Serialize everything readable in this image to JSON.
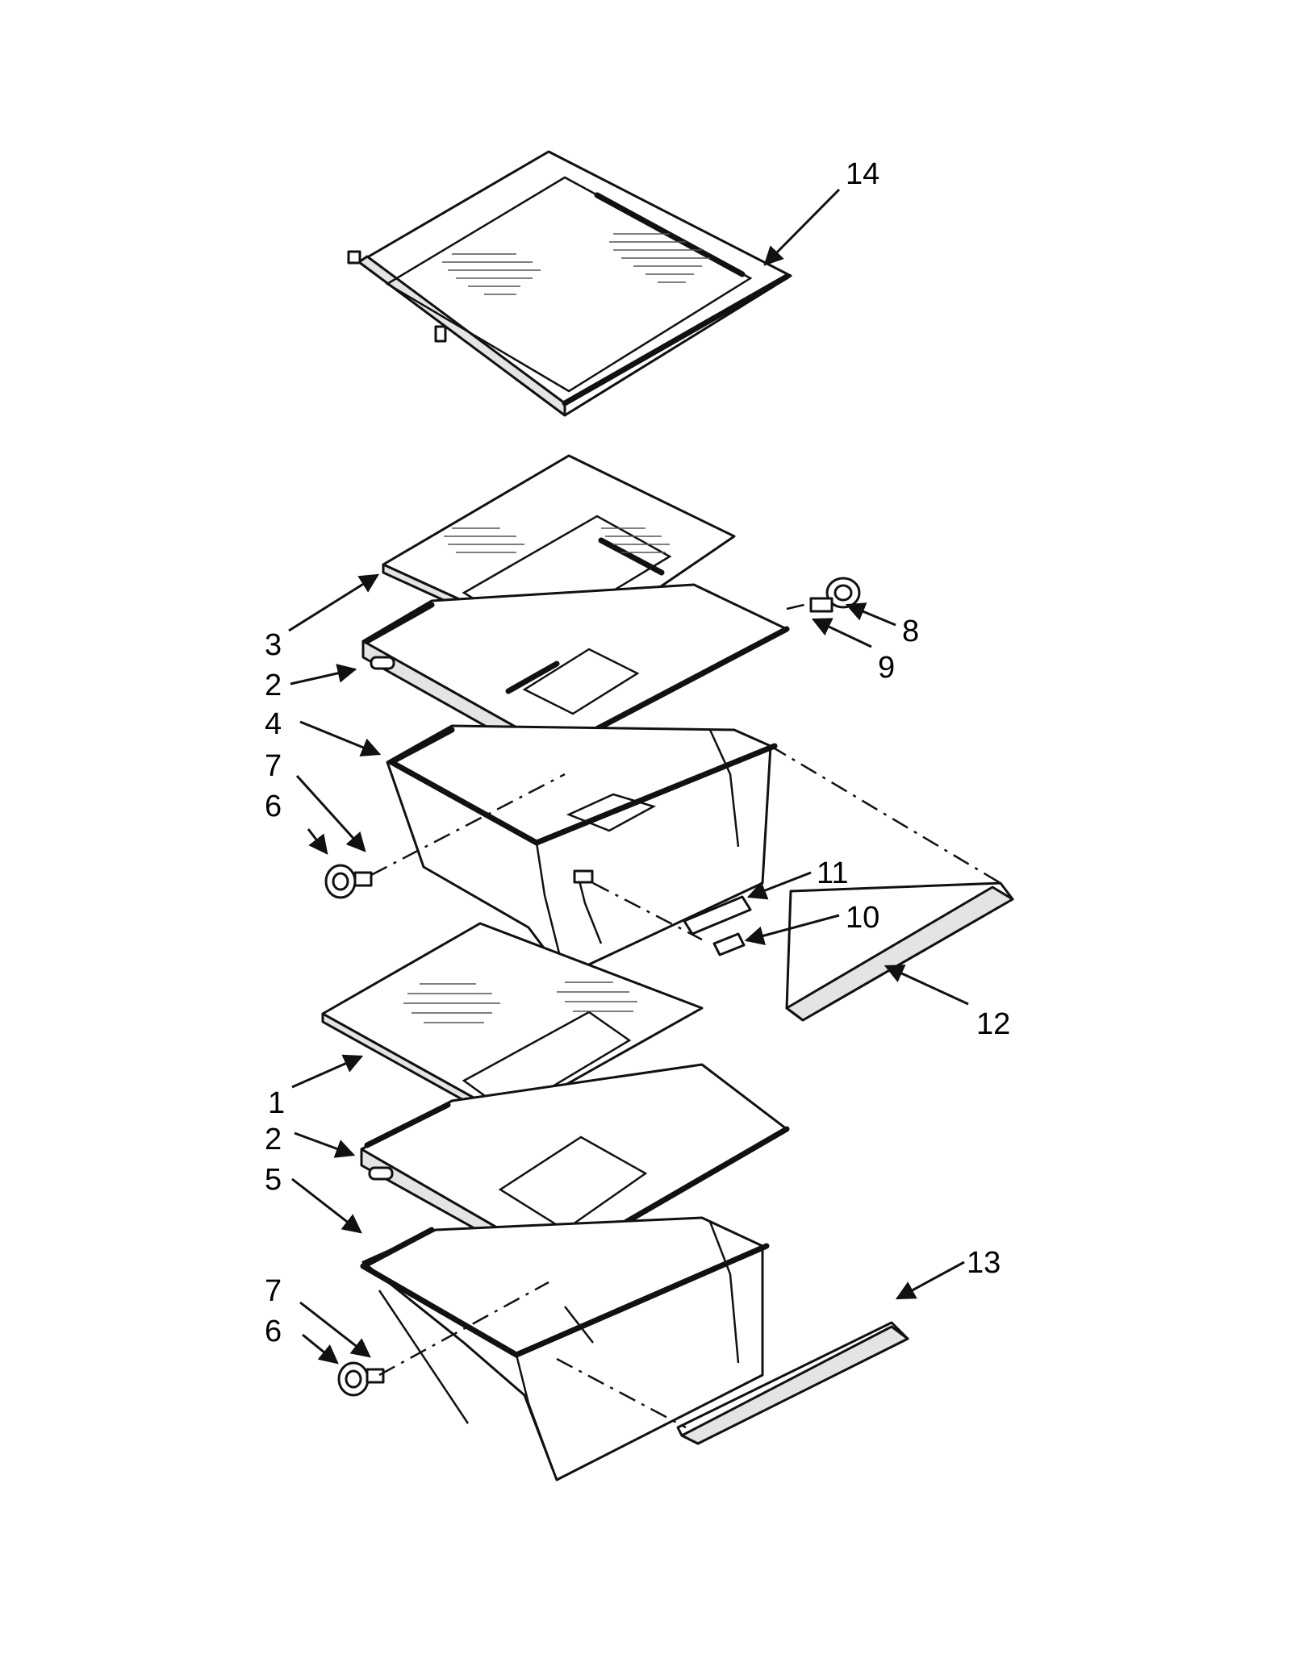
{
  "callouts": {
    "c14": "14",
    "c3": "3",
    "c2_upper": "2",
    "c4": "4",
    "c7_upper": "7",
    "c6_upper": "6",
    "c8": "8",
    "c9": "9",
    "c11": "11",
    "c10": "10",
    "c12": "12",
    "c1": "1",
    "c2_lower": "2",
    "c5": "5",
    "c7_lower": "7",
    "c6_lower": "6",
    "c13": "13"
  }
}
